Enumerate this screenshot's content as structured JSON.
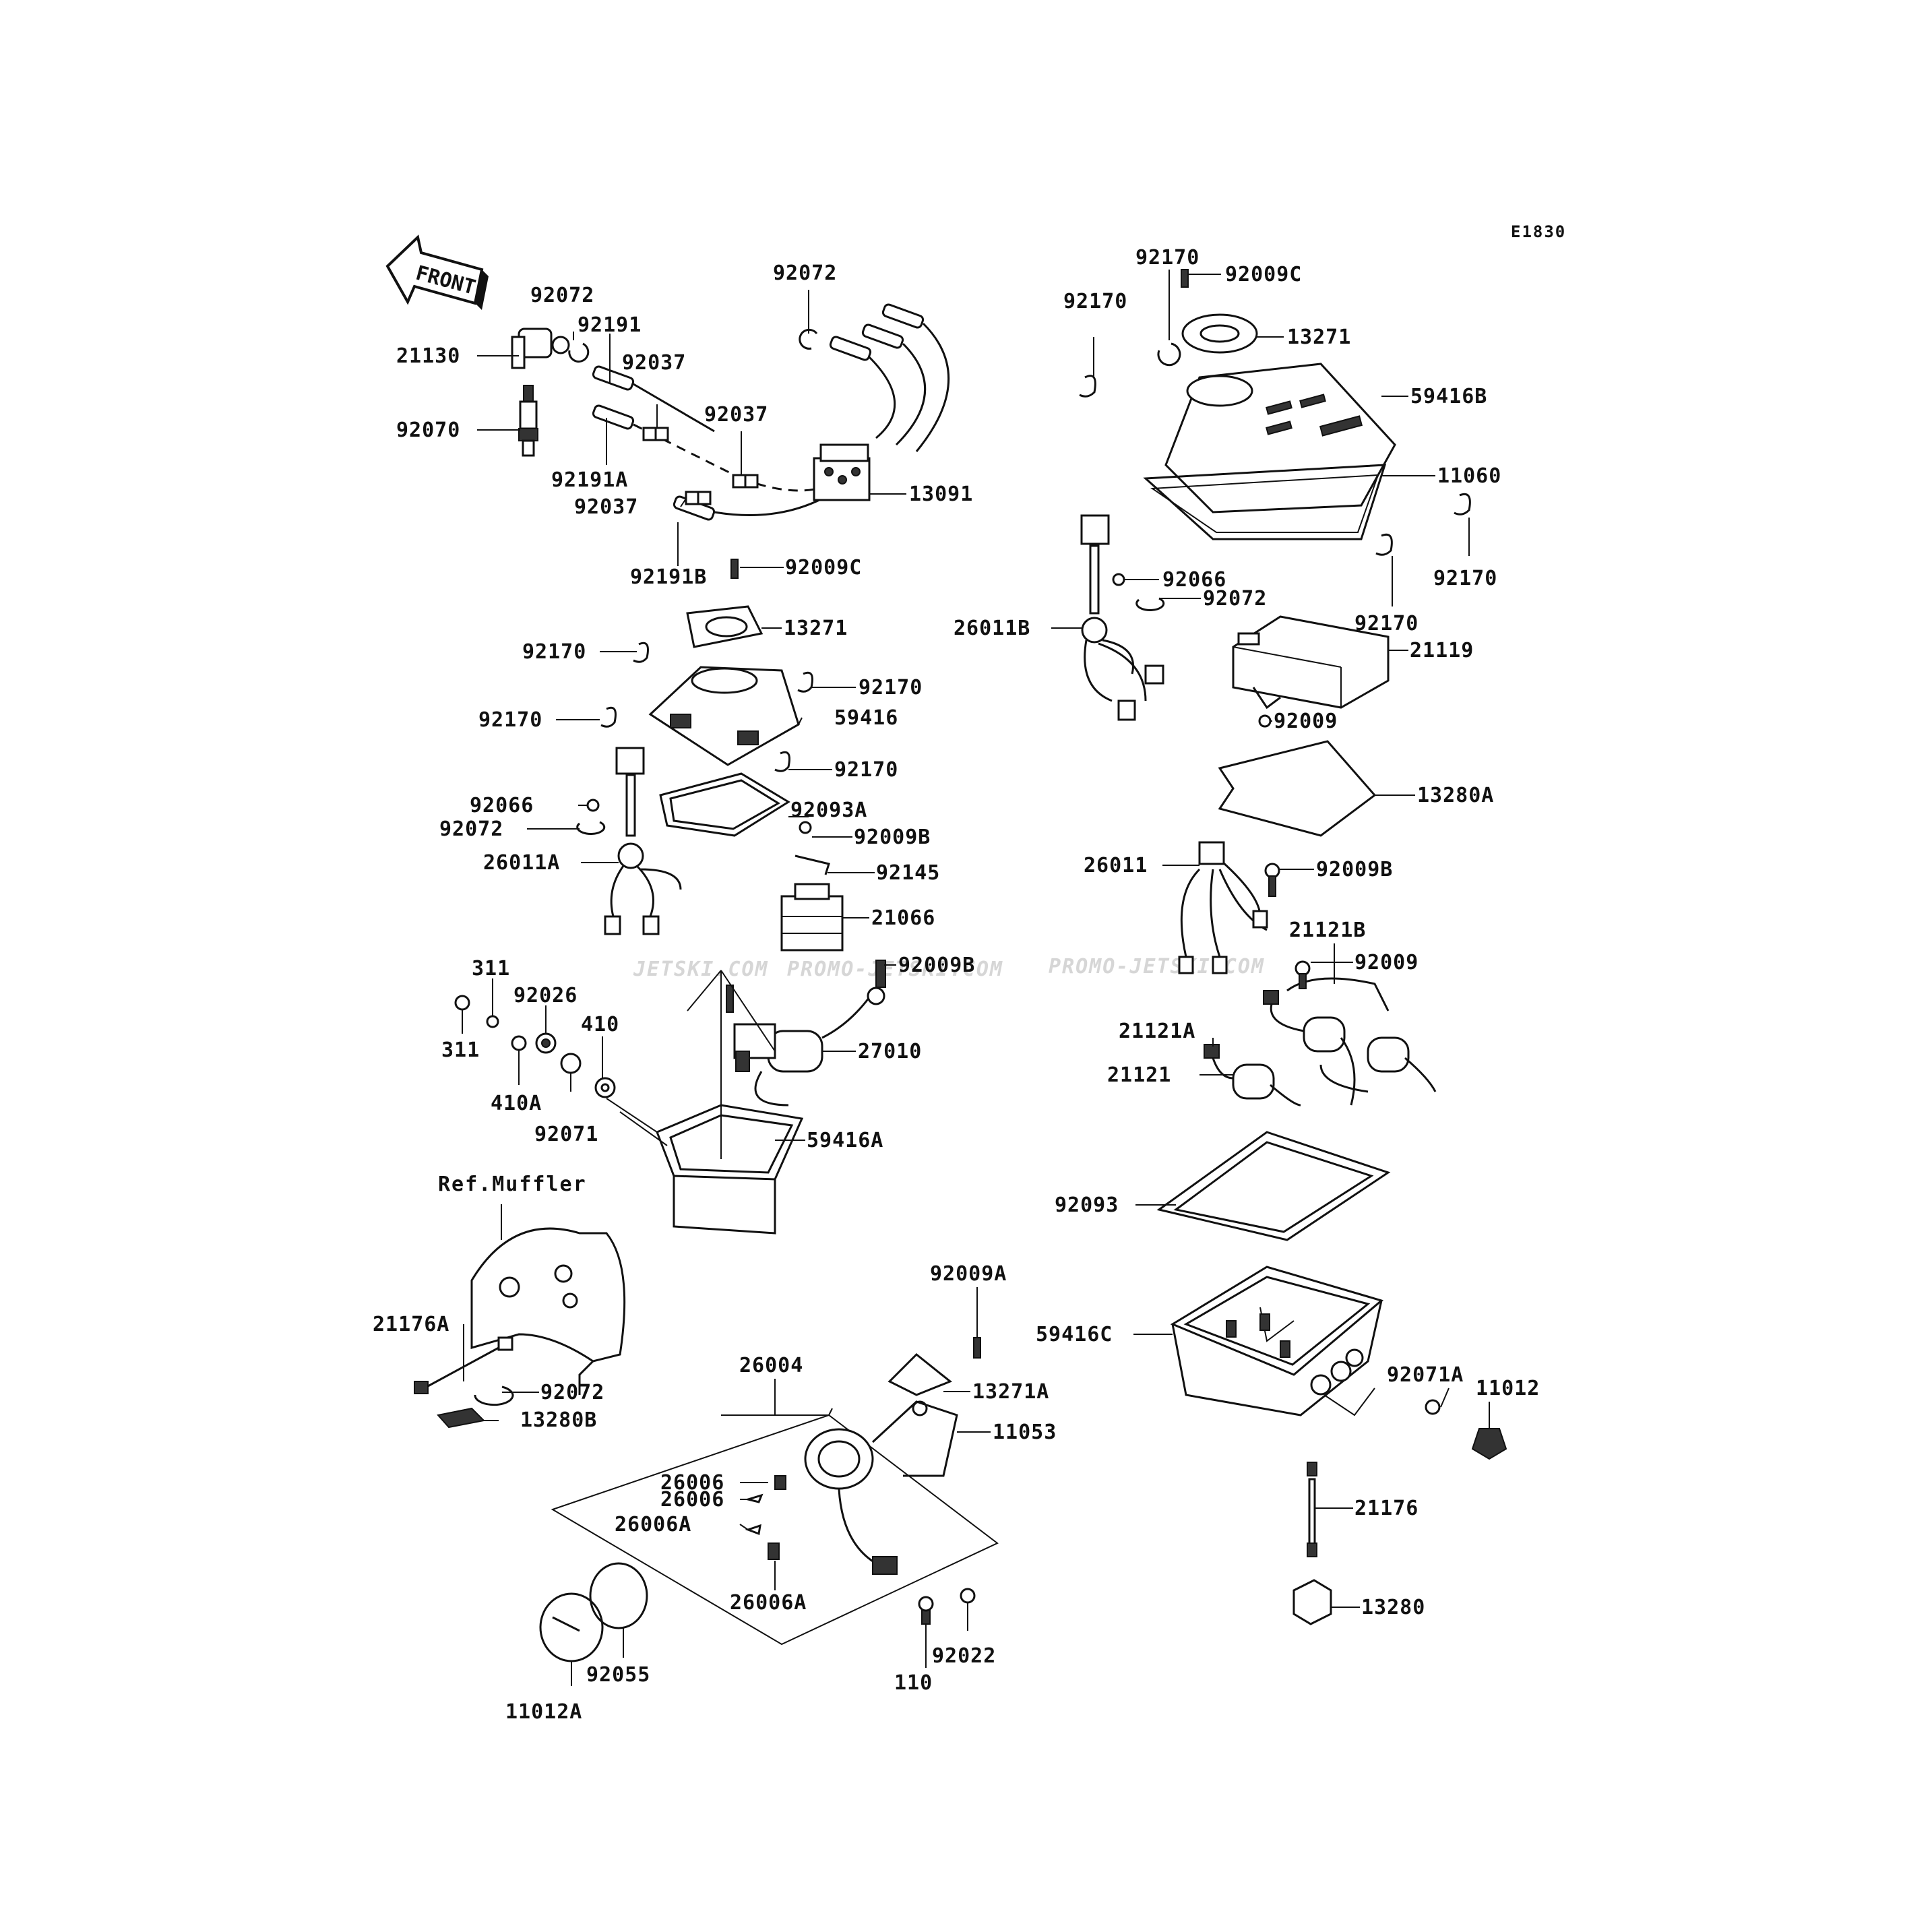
{
  "diagram": {
    "code": "E1830",
    "front_label": "FRONT",
    "reference": "Ref.Muffler",
    "watermarks": [
      "JETSKI.COM",
      "PROMO-JETSKI.COM",
      "PROMO-JETSKI.COM"
    ],
    "callouts": {
      "c21130": "21130",
      "c92072a": "92072",
      "c92191": "92191",
      "c92037a": "92037",
      "c92070": "92070",
      "c92191A": "92191A",
      "c92037b": "92037",
      "c92037c": "92037",
      "c92072b": "92072",
      "c13091": "13091",
      "c92191B": "92191B",
      "c92009Ca": "92009C",
      "c13271a": "13271",
      "c92170a": "92170",
      "c92170b": "92170",
      "c92170c": "92170",
      "c59416": "59416",
      "c92170d": "92170",
      "c92066a": "92066",
      "c92093A": "92093A",
      "c92072c": "92072",
      "c92009Ba": "92009B",
      "c26011A": "26011A",
      "c92145": "92145",
      "c21066": "21066",
      "c311a": "311",
      "c92026": "92026",
      "c410": "410",
      "c92009Bb": "92009B",
      "c311b": "311",
      "c410A": "410A",
      "c27010": "27010",
      "c92071": "92071",
      "c59416A": "59416A",
      "c21176A": "21176A",
      "c92072d": "92072",
      "c13280B": "13280B",
      "c26004": "26004",
      "c92009A": "92009A",
      "c13271A": "13271A",
      "c11053": "11053",
      "c26006a": "26006",
      "c26006b": "26006",
      "c26006Aa": "26006A",
      "c26006Ab": "26006A",
      "c11012A": "11012A",
      "c92055": "92055",
      "c110": "110",
      "c92022": "92022",
      "c92170e": "92170",
      "c92009Cb": "92009C",
      "c92170f": "92170",
      "c13271b": "13271",
      "c59416B": "59416B",
      "c11060": "11060",
      "c92170g": "92170",
      "c92066b": "92066",
      "c26011B": "26011B",
      "c92072e": "92072",
      "c92170h": "92170",
      "c21119": "21119",
      "c92009a": "92009",
      "c13280A": "13280A",
      "c26011": "26011",
      "c92009Bc": "92009B",
      "c21121B": "21121B",
      "c92009b": "92009",
      "c21121A": "21121A",
      "c21121": "21121",
      "c92093": "92093",
      "c59416C": "59416C",
      "c92071A": "92071A",
      "c11012": "11012",
      "c21176": "21176",
      "c13280": "13280"
    }
  }
}
